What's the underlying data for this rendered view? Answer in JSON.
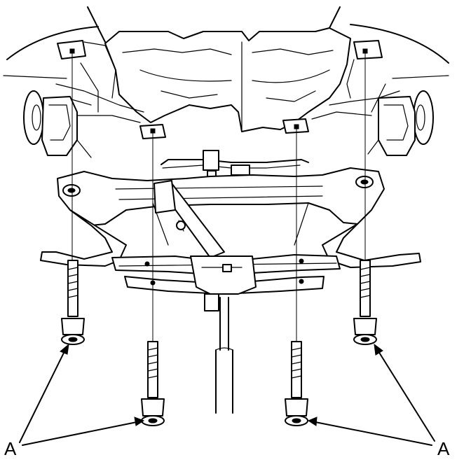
{
  "diagram": {
    "callouts": [
      {
        "id": "left",
        "label": "A"
      },
      {
        "id": "right",
        "label": "A"
      }
    ]
  }
}
